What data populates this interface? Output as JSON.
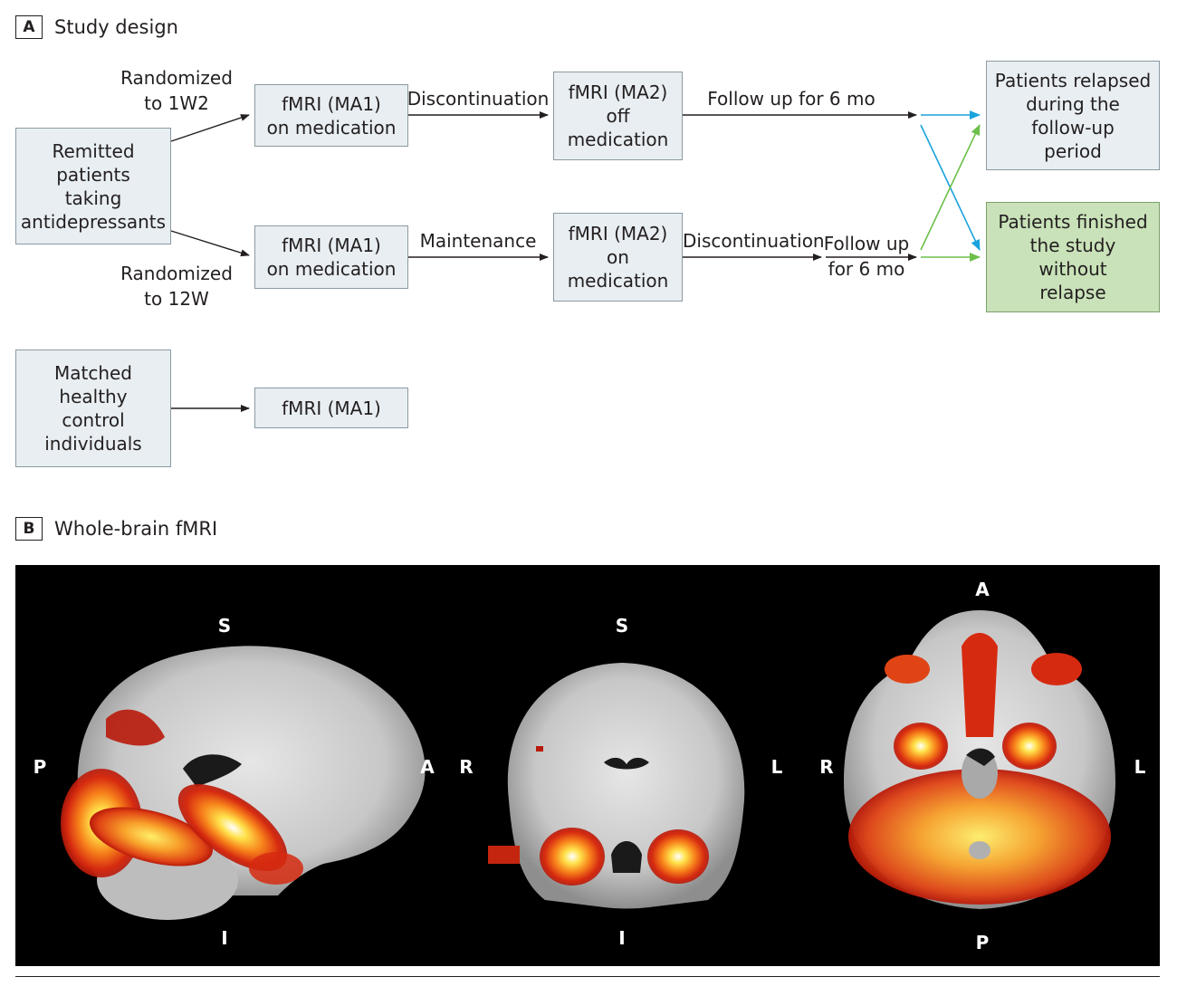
{
  "panel_a": {
    "tag": "A",
    "title": "Study design",
    "nodes": {
      "remitted": "Remitted\npatients\ntaking\nantidepressants",
      "fmri_ma1_top": "fMRI (MA1)\non medication",
      "fmri_ma2_off": "fMRI (MA2)\noff\nmedication",
      "relapsed": "Patients relapsed\nduring the\nfollow-up\nperiod",
      "fmri_ma1_bottom": "fMRI (MA1)\non medication",
      "fmri_ma2_on": "fMRI (MA2)\non\nmedication",
      "finished": "Patients finished\nthe study\nwithout\nrelapse",
      "healthy": "Matched\nhealthy\ncontrol\nindividuals",
      "fmri_ma1_healthy": "fMRI (MA1)"
    },
    "labels": {
      "randomized_1w2": "Randomized\nto 1W2",
      "randomized_12w": "Randomized\nto 12W",
      "discontinuation_top": "Discontinuation",
      "follow_up_top": "Follow up for 6 mo",
      "maintenance": "Maintenance",
      "discontinuation_bottom": "Discontinuation",
      "follow_up_bottom": "Follow up\nfor 6 mo"
    },
    "colors": {
      "box_fill": "#e8eef2",
      "box_green": "#c9e2b9",
      "arrow_blue": "#1aa3dc",
      "arrow_green": "#6cbf4a"
    }
  },
  "panel_b": {
    "tag": "B",
    "title": "Whole-brain fMRI",
    "sagittal": {
      "top": "S",
      "bottom": "I",
      "left": "P",
      "right": "A"
    },
    "coronal": {
      "top": "S",
      "bottom": "I",
      "left": "R",
      "right": "L"
    },
    "axial": {
      "top": "A",
      "bottom": "P",
      "left": "R",
      "right": "L"
    }
  }
}
